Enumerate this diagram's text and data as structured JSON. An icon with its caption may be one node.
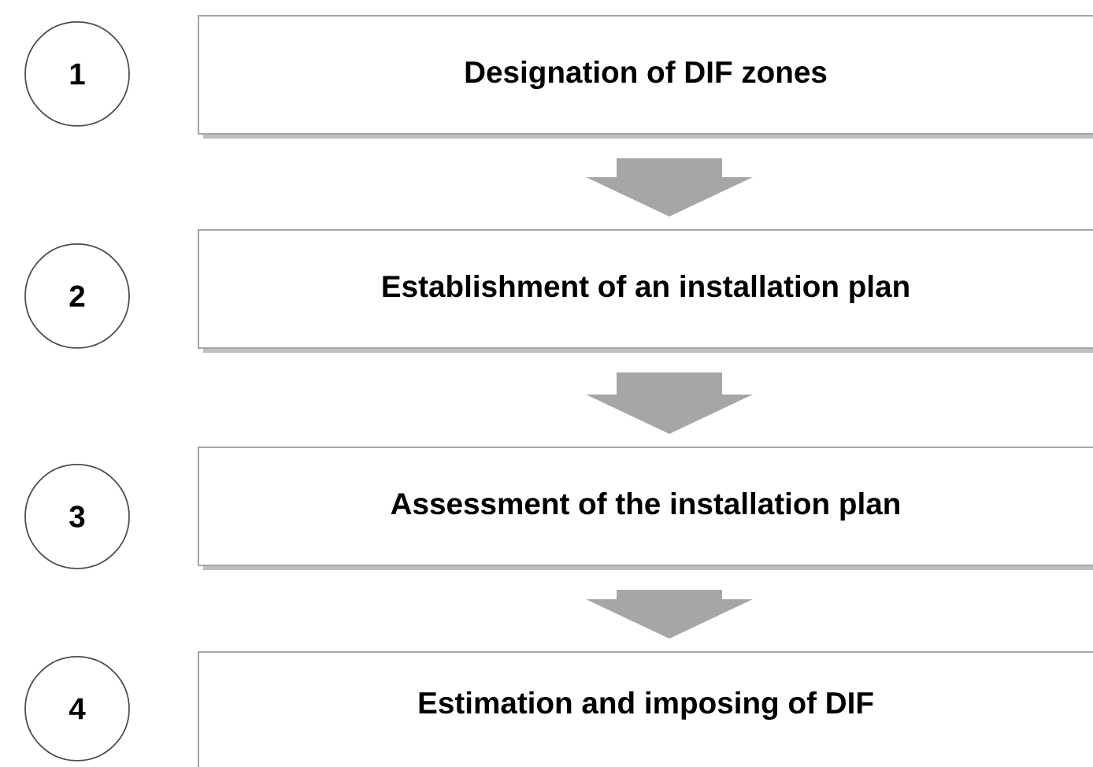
{
  "diagram": {
    "nodes": [
      {
        "text": [
          "1"
        ]
      },
      {
        "text": [
          "Designation of DIF zones"
        ]
      },
      {
        "text": [
          "2"
        ]
      },
      {
        "text": [
          "Establishment of an installation plan"
        ]
      },
      {
        "text": [
          "3"
        ]
      },
      {
        "text": [
          "Assessment of the installation plan"
        ]
      },
      {
        "text": [
          "4"
        ]
      },
      {
        "text": [
          "Estimation and imposing of DIF"
        ]
      }
    ],
    "edges": [
      {
        "from": 1,
        "to": 3,
        "arrow": "to"
      },
      {
        "from": 3,
        "to": 5,
        "arrow": "to"
      },
      {
        "from": 5,
        "to": 7,
        "arrow": "to"
      }
    ]
  }
}
